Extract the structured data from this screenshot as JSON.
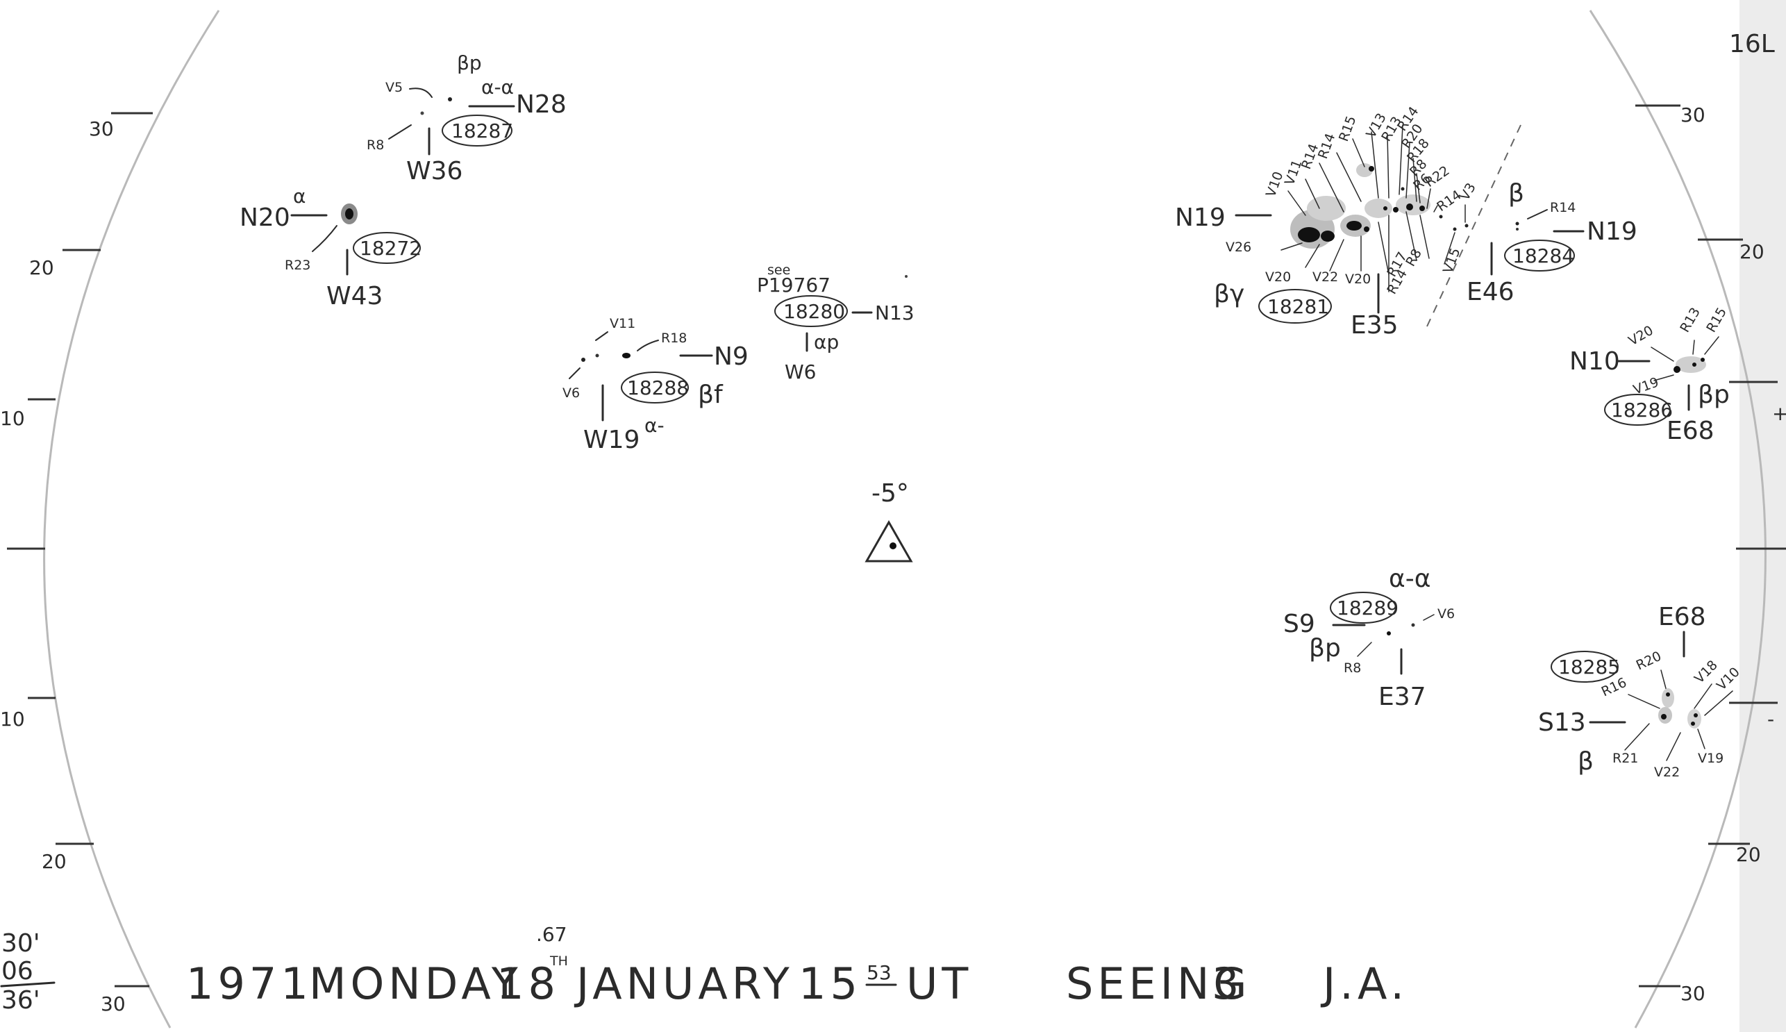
{
  "corner": {
    "sheet_number": "16L"
  },
  "limb_scale": {
    "left": [
      "30",
      "20",
      "10",
      "10",
      "20",
      "30"
    ],
    "right": [
      "30",
      "20",
      "+",
      "-",
      "20",
      "30"
    ]
  },
  "drift_note": {
    "top": "30'",
    "middle": "06",
    "bottom": "36'"
  },
  "center": {
    "angle": "-5°"
  },
  "groups": [
    {
      "id": "18287",
      "position": "N28",
      "longitude": "W36",
      "class": "βp",
      "magnetic": "α-α",
      "labels": [
        "V5",
        "R8"
      ]
    },
    {
      "id": "18272",
      "position": "N20",
      "longitude": "W43",
      "class": "α",
      "labels": [
        "R23"
      ]
    },
    {
      "id": "18288",
      "position": "N9",
      "longitude": "W19",
      "class": "βf",
      "magnetic": "α-",
      "labels": [
        "V11",
        "R18",
        "V6"
      ]
    },
    {
      "id": "18280",
      "position": "N13",
      "longitude": "W6",
      "class": "αp",
      "note_top": "see",
      "note_ref": "P19767"
    },
    {
      "id": "18281",
      "position": "N19",
      "longitude": "E35",
      "class": "βγ",
      "labels": [
        "V10",
        "V11",
        "R14",
        "R14",
        "R15",
        "V13",
        "R13",
        "R14",
        "R20",
        "R18",
        "R8",
        "R6",
        "R22",
        "R14",
        "V26",
        "V20",
        "V22",
        "V20",
        "R17",
        "R14",
        "R8",
        "V15",
        "V3"
      ]
    },
    {
      "id": "18284",
      "position": "N19",
      "longitude": "E46",
      "class": "β",
      "labels": [
        "R14"
      ]
    },
    {
      "id": "18286",
      "position": "N10",
      "longitude": "E68",
      "class": "βp",
      "labels": [
        "V20",
        "R13",
        "R15",
        "V19"
      ]
    },
    {
      "id": "18289",
      "position": "S9",
      "longitude": "E37",
      "class": "βp",
      "magnetic": "α-α",
      "labels": [
        "V6",
        "R8"
      ]
    },
    {
      "id": "18285",
      "position": "S13",
      "longitude": "E68",
      "class": "β",
      "labels": [
        "R20",
        "R16",
        "V18",
        "V10",
        "R21",
        "V22",
        "V19"
      ]
    }
  ],
  "footer": {
    "year": "1971",
    "weekday": "MONDAY",
    "day": "18",
    "day_suffix": "TH",
    "day_fraction": ".67",
    "month": "JANUARY",
    "hour": "15",
    "minute": "53",
    "timescale": "UT",
    "seeing_label": "SEEING",
    "seeing_value": "3",
    "observer": "J.A."
  }
}
